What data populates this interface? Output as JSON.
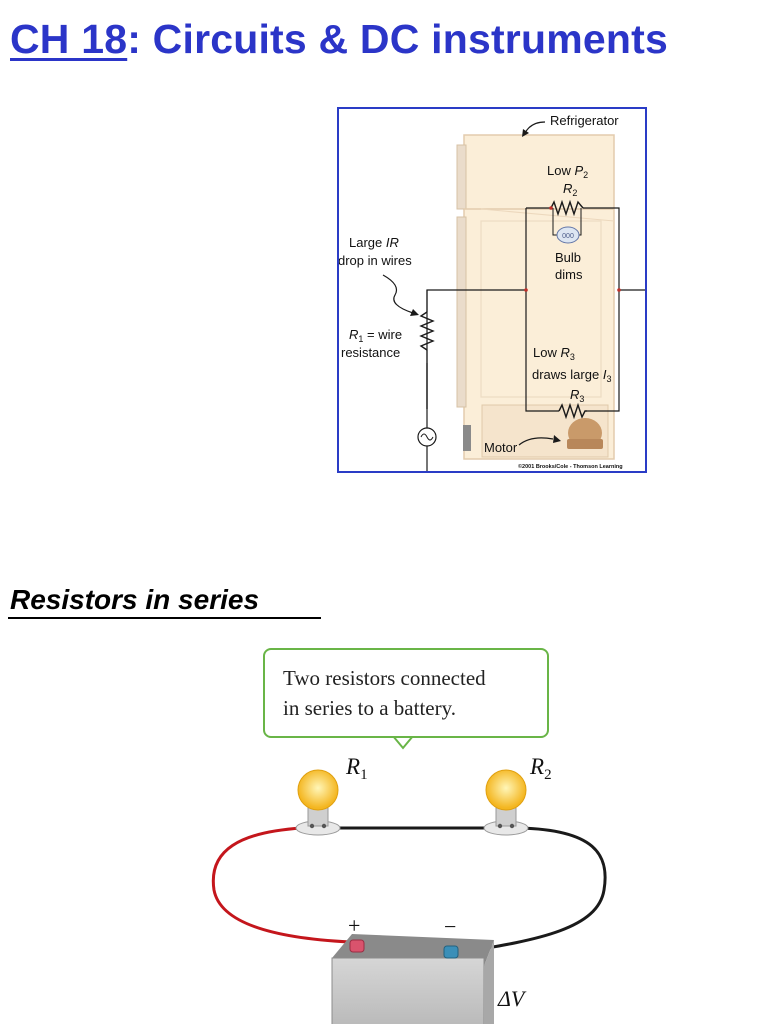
{
  "page": {
    "title_prefix": "CH 18",
    "title_rest": ": Circuits & DC instruments"
  },
  "refrigerator_figure": {
    "label_refrigerator": "Refrigerator",
    "label_low": "Low",
    "label_p": "P",
    "label_p_sub": "2",
    "label_r2": "R",
    "label_r2_sub": "2",
    "label_bulb_text": "000",
    "label_bulb": "Bulb",
    "label_dims": "dims",
    "label_large": "Large",
    "label_ir": "IR",
    "label_drop": "drop in wires",
    "label_r1": "R",
    "label_r1_sub": "1",
    "label_wire": "= wire",
    "label_resistance": "resistance",
    "label_low_r3": "Low",
    "label_r3": "R",
    "label_r3_sub": "3",
    "label_draws": "draws large",
    "label_i": "I",
    "label_i_sub": "3",
    "label_r3b": "R",
    "label_r3b_sub": "3",
    "label_motor": "Motor",
    "copyright": "©2001 Brooks/Cole - Thomson Learning",
    "colors": {
      "frame": "#2a3cc6",
      "fridge": "#fbeed8",
      "motor": "#c99a6a"
    }
  },
  "series_section": {
    "heading": "Resistors in series"
  },
  "series_figure": {
    "callout_line1": "Two resistors connected",
    "callout_line2": "in series to a battery.",
    "label_r1": "R",
    "label_r1_sub": "1",
    "label_r2": "R",
    "label_r2_sub": "2",
    "label_plus": "+",
    "label_minus": "−",
    "label_delta_v": "ΔV",
    "colors": {
      "red_wire": "#c4161c",
      "black_wire": "#1a1a1a",
      "callout_border": "#69b547",
      "bulb": "#ffd23a"
    }
  }
}
